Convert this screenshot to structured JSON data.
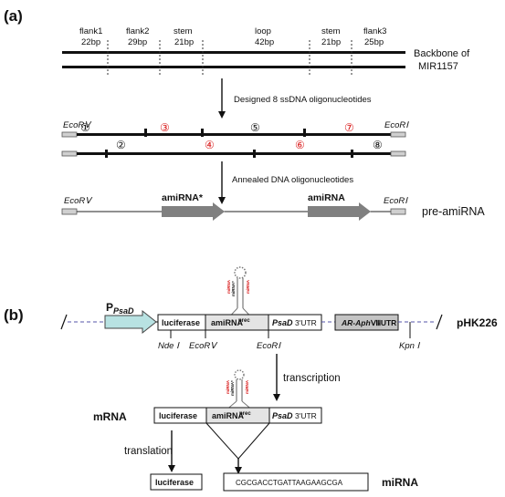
{
  "panel_a": {
    "label": "(a)",
    "segments": [
      {
        "name": "flank1",
        "size": "22bp"
      },
      {
        "name": "flank2",
        "size": "29bp"
      },
      {
        "name": "stem",
        "size": "21bp"
      },
      {
        "name": "loop",
        "size": "42bp"
      },
      {
        "name": "stem",
        "size": "21bp"
      },
      {
        "name": "flank3",
        "size": "25bp"
      }
    ],
    "backbone_label_1": "Backbone of",
    "backbone_label_2": "MIR1157",
    "step1": "Designed 8 ssDNA oligonucleotides",
    "ecorv": "EcoRⅤ",
    "ecori": "EcoRⅠ",
    "oligo_numbers": [
      "①",
      "②",
      "③",
      "④",
      "⑤",
      "⑥",
      "⑦",
      "⑧"
    ],
    "step2": "Annealed DNA oligonucleotides",
    "amirna_star": "amiRNA*",
    "amirna": "amiRNA",
    "pre_amirna": "pre-amiRNA"
  },
  "panel_b": {
    "label": "(b)",
    "promoter": "P",
    "promoter_sub": "PsaD",
    "luciferase": "luciferase",
    "amirna_prec": "amiRNA",
    "amirna_prec_sup": "prec",
    "psad": "PsaD",
    "utr": "3'UTR",
    "ar_aph_1": "AR-Aph",
    "ar_aph_2": "Ⅷ",
    "ar_aph_3": "-UTR",
    "plasmid": "pHK226",
    "sites": [
      "Nde Ⅰ",
      "EcoRⅤ",
      "EcoRⅠ",
      "Kpn Ⅰ"
    ],
    "hairpin_left_1": "miRNA",
    "hairpin_left_2": "miRNA*",
    "hairpin_right": "miRNA",
    "transcription": "transcription",
    "mrna": "mRNA",
    "translation": "translation",
    "luciferase_out": "luciferase",
    "mirna_seq": "CGCGACCTGATTAAGAAGCGA",
    "mirna": "miRNA"
  },
  "colors": {
    "red_number": "#d81414",
    "promoter_fill": "#b8e2e2",
    "gray_box": "#c4c4c4",
    "light_box": "#e4e4e4"
  }
}
